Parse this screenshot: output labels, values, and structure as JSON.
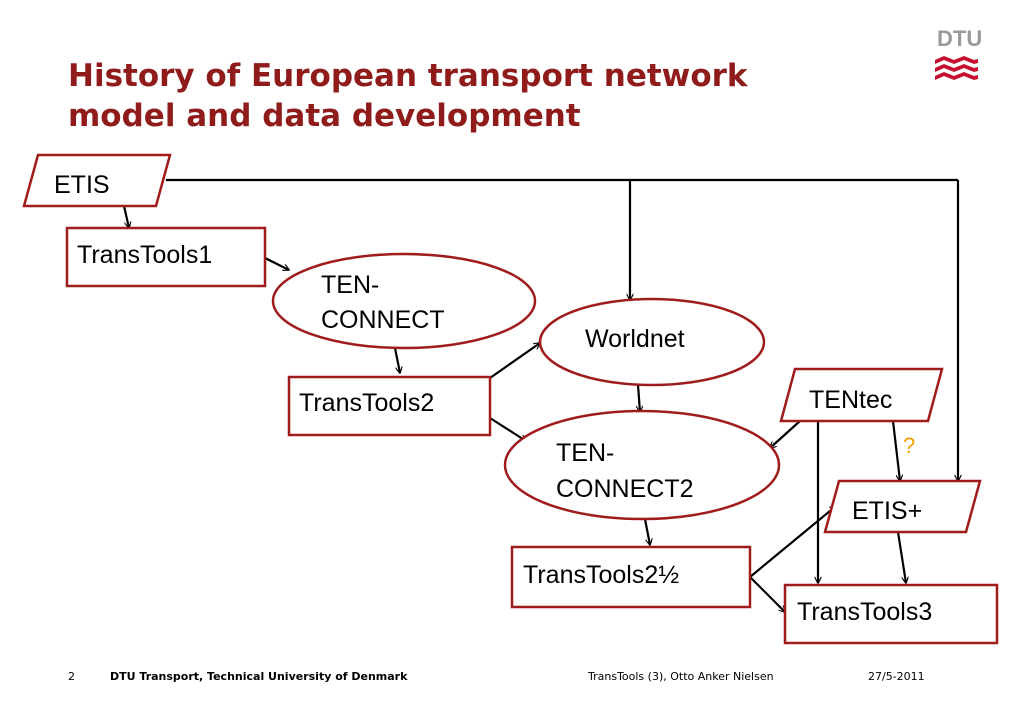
{
  "title": {
    "line1": "History of European transport network",
    "line2": "model and data development"
  },
  "logo": {
    "text": "DTU",
    "color": "#c8102e"
  },
  "nodes": {
    "etis": "ETIS",
    "transtools1": "TransTools1",
    "tenconnect_l1": "TEN-",
    "tenconnect_l2": "CONNECT",
    "worldnet": "Worldnet",
    "transtools2": "TransTools2",
    "tentec": "TENtec",
    "tenconnect2_l1": "TEN-",
    "tenconnect2_l2": "CONNECT2",
    "etisplus": "ETIS+",
    "transtools25": "TransTools2½",
    "transtools3": "TransTools3"
  },
  "question_mark": "?",
  "footer": {
    "page": "2",
    "org": "DTU Transport, Technical University of Denmark",
    "presentation": "TransTools (3), Otto Anker Nielsen",
    "date": "27/5-2011"
  },
  "colors": {
    "title": "#8f1b1b",
    "box_border": "#a01c1c",
    "question_mark": "#f0a000"
  }
}
